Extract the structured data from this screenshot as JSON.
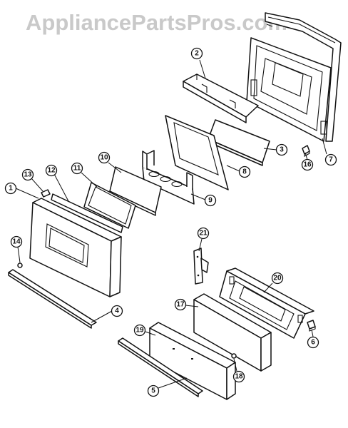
{
  "watermark": "AppliancePartsPros.com",
  "callouts": {
    "c1": "1",
    "c2": "2",
    "c3": "3",
    "c4": "4",
    "c5": "5",
    "c6": "6",
    "c7": "7",
    "c8": "8",
    "c9": "9",
    "c10": "10",
    "c11": "11",
    "c12": "12",
    "c13": "13",
    "c14": "14",
    "c16": "16",
    "c17": "17",
    "c18": "18",
    "c19": "19",
    "c20": "20",
    "c21": "21"
  }
}
